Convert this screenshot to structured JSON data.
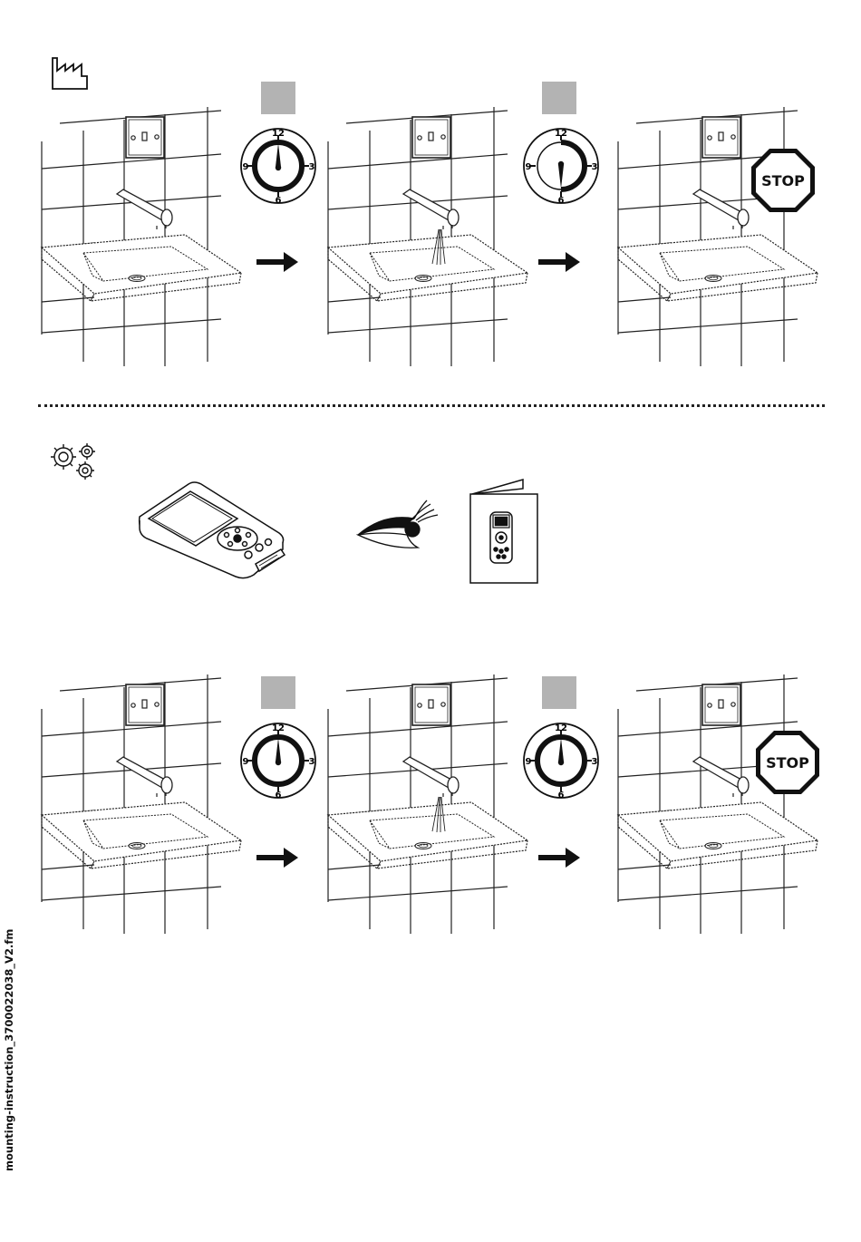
{
  "clock": {
    "n12": "12",
    "n3": "3",
    "n6": "6",
    "n9": "9"
  },
  "stop_sign": {
    "label": "STOP"
  },
  "footer": {
    "filename": "mounting-instruction_3700022038_V2.fm"
  },
  "colors": {
    "ink": "#111111",
    "tile_line": "#222222",
    "box_gray": "#b3b3b3",
    "stop_fill": "#ffffff"
  },
  "icons": [
    "factory-icon",
    "gears-icon",
    "remote-control-icon",
    "eye-icon",
    "manual-booklet-icon",
    "arrow-right-icon",
    "stop-sign-icon",
    "clock-icon",
    "basin-scene"
  ]
}
